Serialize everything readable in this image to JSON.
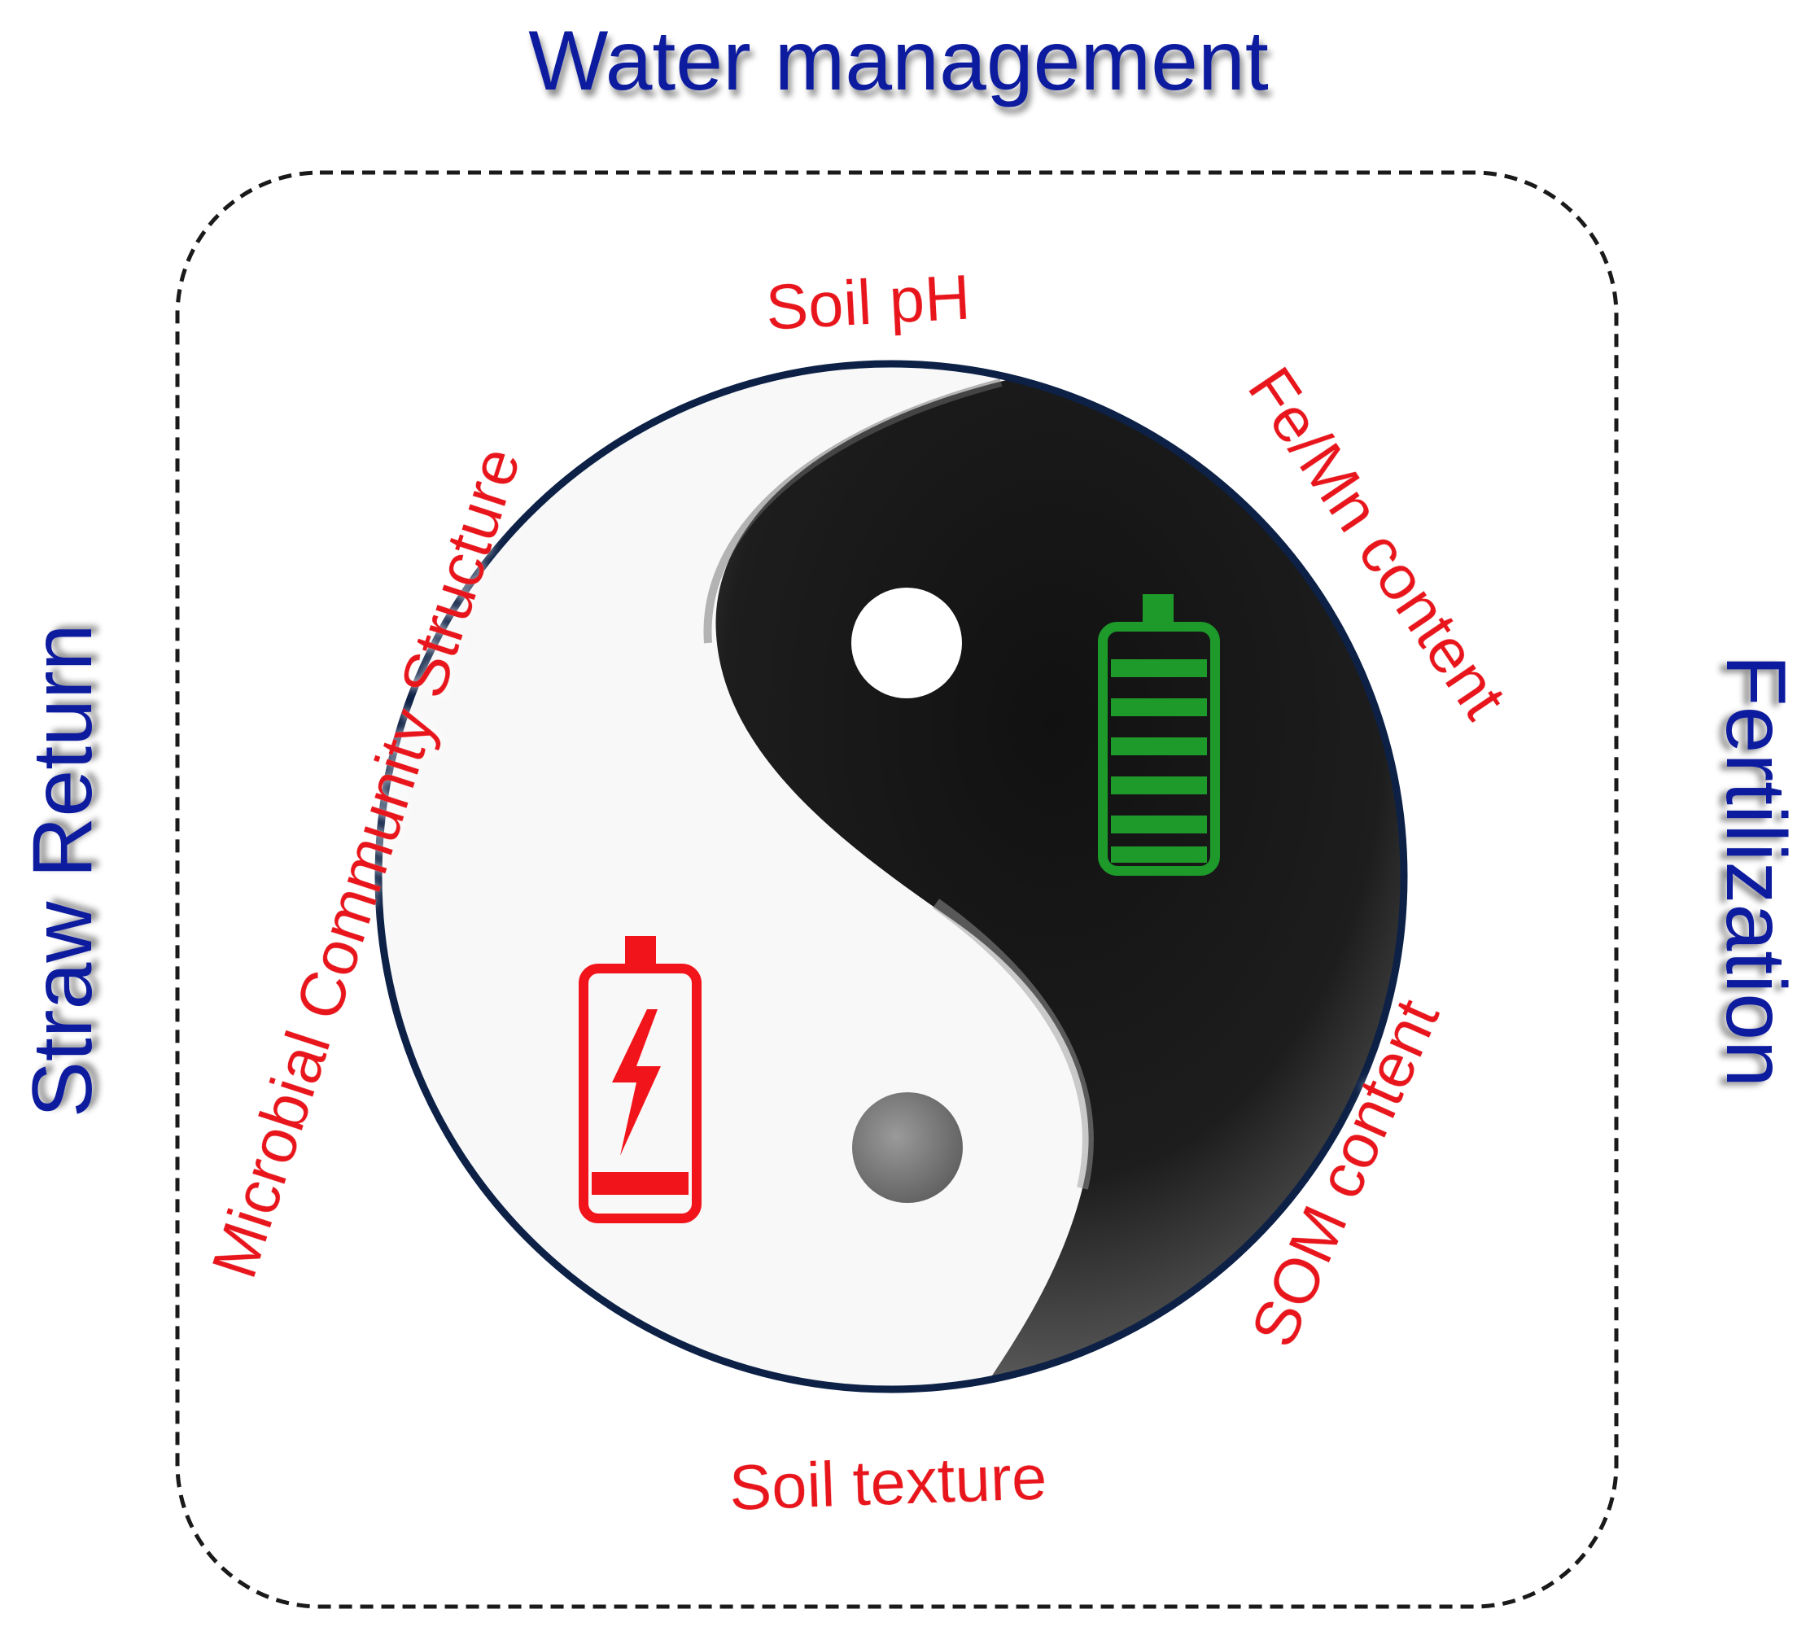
{
  "top_label": "Water management",
  "left_label": "Straw Return",
  "right_label": "Fertilization",
  "factors": {
    "soil_ph": "Soil pH",
    "fe_mn": "Fe/Mn content",
    "som": "SOM content",
    "soil_texture": "Soil texture",
    "microbial": "Microbial Community Structure"
  },
  "icons": {
    "charging_battery": "charging-battery-icon",
    "full_battery": "full-battery-icon"
  },
  "colors": {
    "outer_labels": "#0b1a9e",
    "factor_labels": "#e8141b",
    "circle_border": "#0d2146",
    "charging_battery": "#f2141b",
    "full_battery": "#1e9a2a",
    "dark_ink": "#1a1a1a"
  }
}
